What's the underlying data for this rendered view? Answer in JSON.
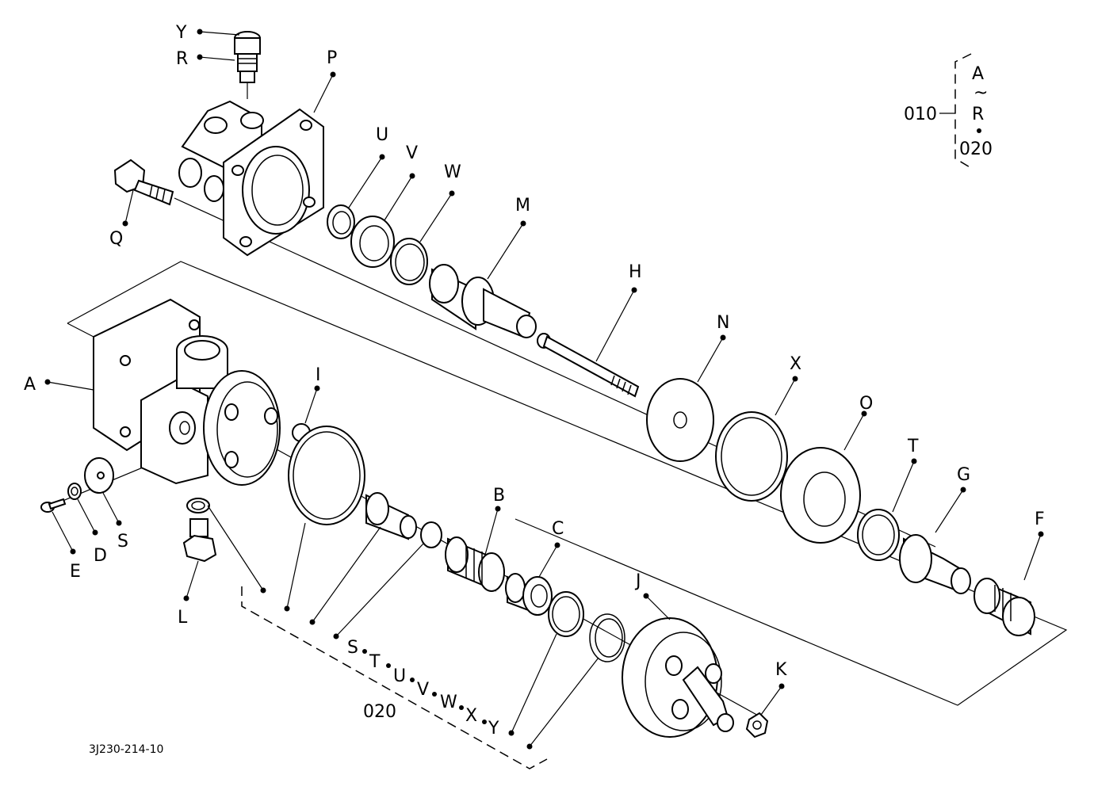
{
  "diagram": {
    "reference_code": "3J230-214-10",
    "kit_010": {
      "code": "010",
      "range_top": "A",
      "range_sep": "~",
      "range_bottom": "R",
      "sub_code": "020"
    },
    "kit_020": {
      "code": "020",
      "members": [
        "S",
        "T",
        "U",
        "V",
        "W",
        "X",
        "Y"
      ]
    },
    "part_labels": {
      "A": "A",
      "B": "B",
      "C": "C",
      "D": "D",
      "E": "E",
      "F": "F",
      "G": "G",
      "H": "H",
      "I": "I",
      "J": "J",
      "K": "K",
      "L": "L",
      "M": "M",
      "N": "N",
      "O": "O",
      "P": "P",
      "Q": "Q",
      "R": "R",
      "S": "S",
      "T": "T",
      "U": "U",
      "V": "V",
      "W": "W",
      "X": "X",
      "Y": "Y"
    }
  }
}
